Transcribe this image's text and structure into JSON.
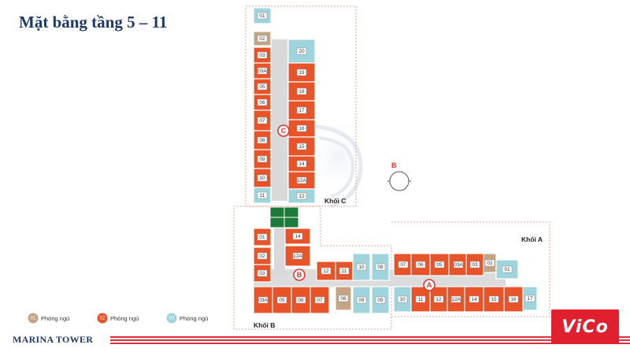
{
  "title": "Mặt bằng tầng 5 – 11",
  "colors": {
    "one_bedroom": "#c4a484",
    "two_bedroom": "#e8542a",
    "three_bedroom": "#9fd4dc",
    "core": "#d9d9d9",
    "garden": "#1c7a3a",
    "accent": "#e0312b"
  },
  "blocks": {
    "A": {
      "label": "Khối A",
      "badge": "A"
    },
    "B": {
      "label": "Khối B",
      "badge": "B"
    },
    "C": {
      "label": "Khối C",
      "badge": "C"
    }
  },
  "compass": {
    "label": "B"
  },
  "units": {
    "block_c": [
      {
        "id": "01",
        "type": 3
      },
      {
        "id": "02",
        "type": 1
      },
      {
        "id": "03",
        "type": 2
      },
      {
        "id": "03A",
        "type": 2
      },
      {
        "id": "05",
        "type": 2
      },
      {
        "id": "06",
        "type": 2
      },
      {
        "id": "07",
        "type": 2
      },
      {
        "id": "08",
        "type": 2
      },
      {
        "id": "09",
        "type": 2
      },
      {
        "id": "10",
        "type": 2
      },
      {
        "id": "11",
        "type": 3
      },
      {
        "id": "20",
        "type": 3
      },
      {
        "id": "19",
        "type": 2
      },
      {
        "id": "18",
        "type": 2
      },
      {
        "id": "17",
        "type": 2
      },
      {
        "id": "16",
        "type": 2
      },
      {
        "id": "15",
        "type": 2
      },
      {
        "id": "14",
        "type": 2
      },
      {
        "id": "12A",
        "type": 2
      },
      {
        "id": "12",
        "type": 3
      }
    ],
    "block_b": [
      {
        "id": "01",
        "type": 2
      },
      {
        "id": "02",
        "type": 2
      },
      {
        "id": "03",
        "type": 2
      },
      {
        "id": "14",
        "type": 2
      },
      {
        "id": "12A",
        "type": 2
      },
      {
        "id": "12",
        "type": 2
      },
      {
        "id": "11",
        "type": 2
      },
      {
        "id": "10",
        "type": 3
      },
      {
        "id": "08",
        "type": 3
      },
      {
        "id": "03A",
        "type": 2
      },
      {
        "id": "05",
        "type": 2
      },
      {
        "id": "06",
        "type": 2
      },
      {
        "id": "07",
        "type": 2
      },
      {
        "id": "08",
        "type": 1
      },
      {
        "id": "09",
        "type": 3
      },
      {
        "id": "09",
        "type": 3
      }
    ],
    "block_a": [
      {
        "id": "07",
        "type": 2
      },
      {
        "id": "06",
        "type": 2
      },
      {
        "id": "05",
        "type": 2
      },
      {
        "id": "03A",
        "type": 2
      },
      {
        "id": "03",
        "type": 2
      },
      {
        "id": "02",
        "type": 1
      },
      {
        "id": "01",
        "type": 3
      },
      {
        "id": "10",
        "type": 3
      },
      {
        "id": "11",
        "type": 2
      },
      {
        "id": "12",
        "type": 2
      },
      {
        "id": "12A",
        "type": 2
      },
      {
        "id": "14",
        "type": 2
      },
      {
        "id": "15",
        "type": 2
      },
      {
        "id": "16",
        "type": 2
      },
      {
        "id": "17",
        "type": 3
      }
    ]
  },
  "legend": [
    {
      "num": "01",
      "label": "Phòng ngủ",
      "color": "#c4a484"
    },
    {
      "num": "02",
      "label": "Phòng ngủ",
      "color": "#e8542a"
    },
    {
      "num": "03",
      "label": "Phòng ngủ",
      "color": "#9fd4dc"
    }
  ],
  "brand": "MARINA TOWER",
  "logo": "ViCo"
}
